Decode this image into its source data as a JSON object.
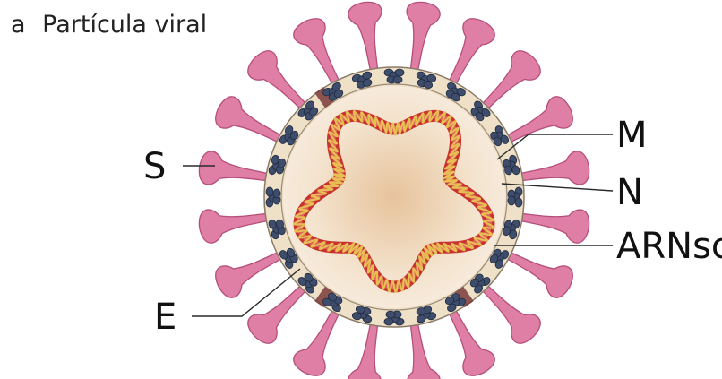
{
  "figure": {
    "panel_letter": "a",
    "title": "Partícula viral"
  },
  "labels": {
    "s": "S",
    "e": "E",
    "m": "M",
    "n": "N",
    "rna": "ARNsc"
  },
  "colors": {
    "spike_fill": "#e07fa6",
    "spike_stroke": "#b54e7a",
    "membrane": "#efe0c8",
    "core": "#f1d7b8",
    "rna_red": "#c8322f",
    "rna_gold": "#e7bd54",
    "m_protein": "#3e4d6b",
    "e_protein": "#7a3a3a"
  }
}
